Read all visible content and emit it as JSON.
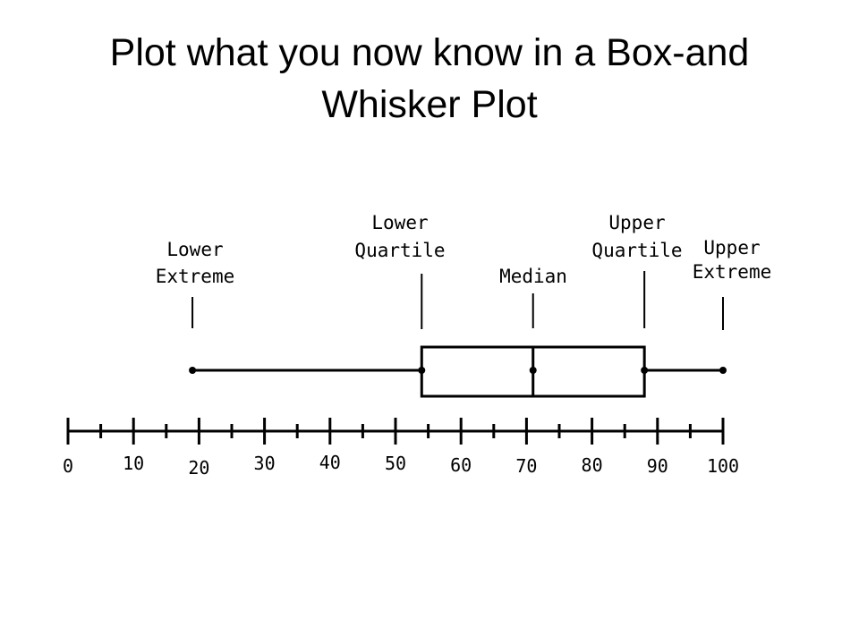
{
  "slide": {
    "title_line1": "Plot what you now know in a Box-and",
    "title_line2": "Whisker Plot"
  },
  "chart_data": {
    "type": "boxplot",
    "orientation": "horizontal",
    "xlim": [
      0,
      100
    ],
    "major_ticks": [
      0,
      10,
      20,
      30,
      40,
      50,
      60,
      70,
      80,
      90,
      100
    ],
    "minor_ticks": [
      5,
      15,
      25,
      35,
      45,
      55,
      65,
      75,
      85,
      95
    ],
    "tick_labels": [
      "0",
      "10",
      "20",
      "30",
      "40",
      "50",
      "60",
      "70",
      "80",
      "90",
      "100"
    ],
    "box": {
      "lower_extreme": 19,
      "lower_quartile": 54,
      "median": 71,
      "upper_quartile": 88,
      "upper_extreme": 100
    },
    "annotations": [
      {
        "key": "lower_extreme",
        "lines": [
          "Lower",
          "Extreme"
        ]
      },
      {
        "key": "lower_quartile",
        "lines": [
          "Lower",
          "Quartile"
        ]
      },
      {
        "key": "median",
        "lines": [
          "Median"
        ]
      },
      {
        "key": "upper_quartile",
        "lines": [
          "Upper",
          "Quartile"
        ]
      },
      {
        "key": "upper_extreme",
        "lines": [
          "Upper",
          "Extreme"
        ]
      }
    ],
    "colors": {
      "ink": "#000000",
      "background": "#ffffff"
    }
  }
}
